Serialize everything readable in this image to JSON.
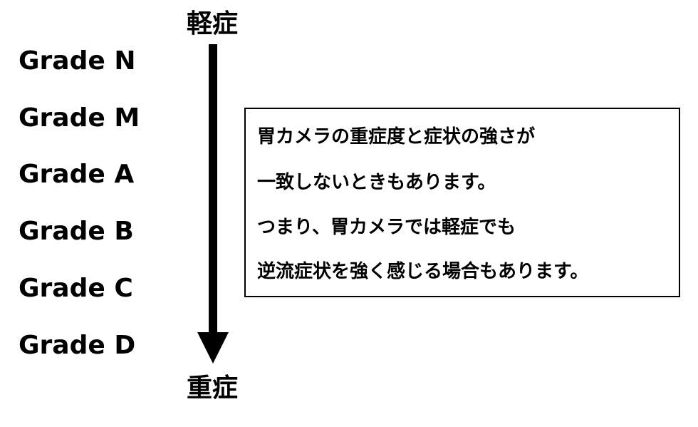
{
  "severity": {
    "mild_label": "軽症",
    "severe_label": "重症"
  },
  "grades": [
    "Grade N",
    "Grade M",
    "Grade A",
    "Grade B",
    "Grade C",
    "Grade D"
  ],
  "note": {
    "lines": [
      "胃カメラの重症度と症状の強さが",
      "一致しないときもあります。",
      "つまり、胃カメラでは軽症でも",
      "逆流症状を強く感じる場合もあります。"
    ]
  },
  "colors": {
    "text": "#000000",
    "background": "#ffffff",
    "arrow": "#000000"
  }
}
